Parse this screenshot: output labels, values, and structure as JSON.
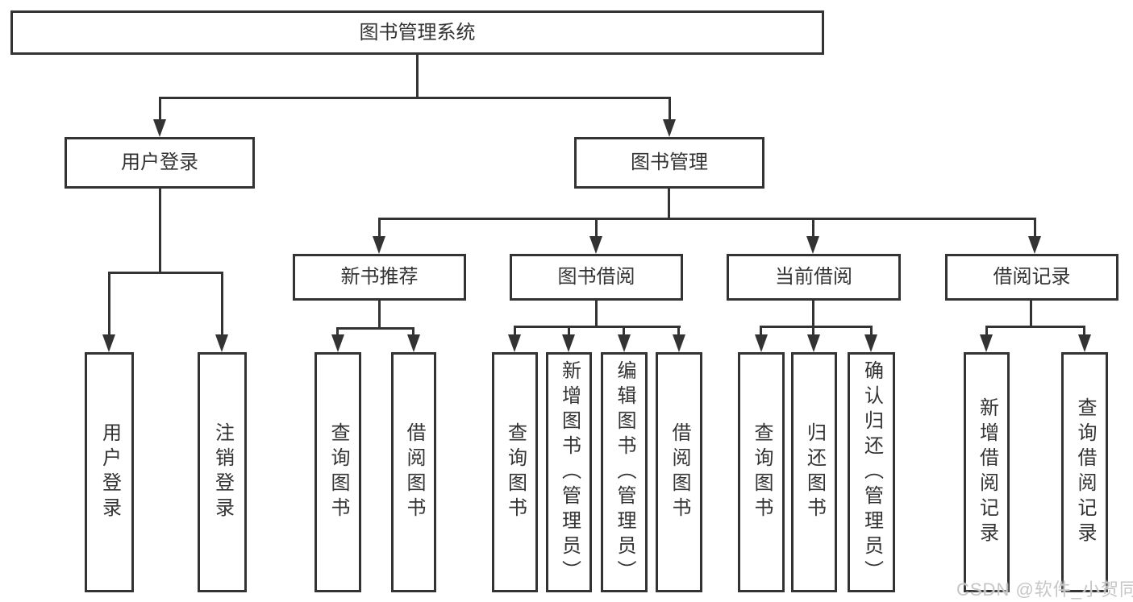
{
  "diagram": {
    "root": {
      "label": "图书管理系统"
    },
    "level2": [
      {
        "id": "user-login",
        "label": "用户登录"
      },
      {
        "id": "book-management",
        "label": "图书管理"
      }
    ],
    "level3": [
      {
        "id": "new-book-recommend",
        "label": "新书推荐"
      },
      {
        "id": "book-borrow",
        "label": "图书借阅"
      },
      {
        "id": "current-borrow",
        "label": "当前借阅"
      },
      {
        "id": "borrow-records",
        "label": "借阅记录"
      }
    ],
    "leaves": {
      "user_login": [
        {
          "label": "用户登录"
        },
        {
          "label": "注销登录"
        }
      ],
      "new_book_recommend": [
        {
          "label": "查询图书"
        },
        {
          "label": "借阅图书"
        }
      ],
      "book_borrow": [
        {
          "label": "查询图书"
        },
        {
          "label": "新增图书（管理员）"
        },
        {
          "label": "编辑图书（管理员）"
        },
        {
          "label": "借阅图书"
        }
      ],
      "current_borrow": [
        {
          "label": "查询图书"
        },
        {
          "label": "归还图书"
        },
        {
          "label": "确认归还（管理员）"
        }
      ],
      "borrow_records": [
        {
          "label": "新增借阅记录"
        },
        {
          "label": "查询借阅记录"
        }
      ]
    }
  },
  "watermark": {
    "text": "CSDN @软件_小贺同学"
  },
  "colors": {
    "line": "#333333",
    "text": "#333333",
    "background": "#ffffff",
    "watermark": "#c6c6c6"
  }
}
